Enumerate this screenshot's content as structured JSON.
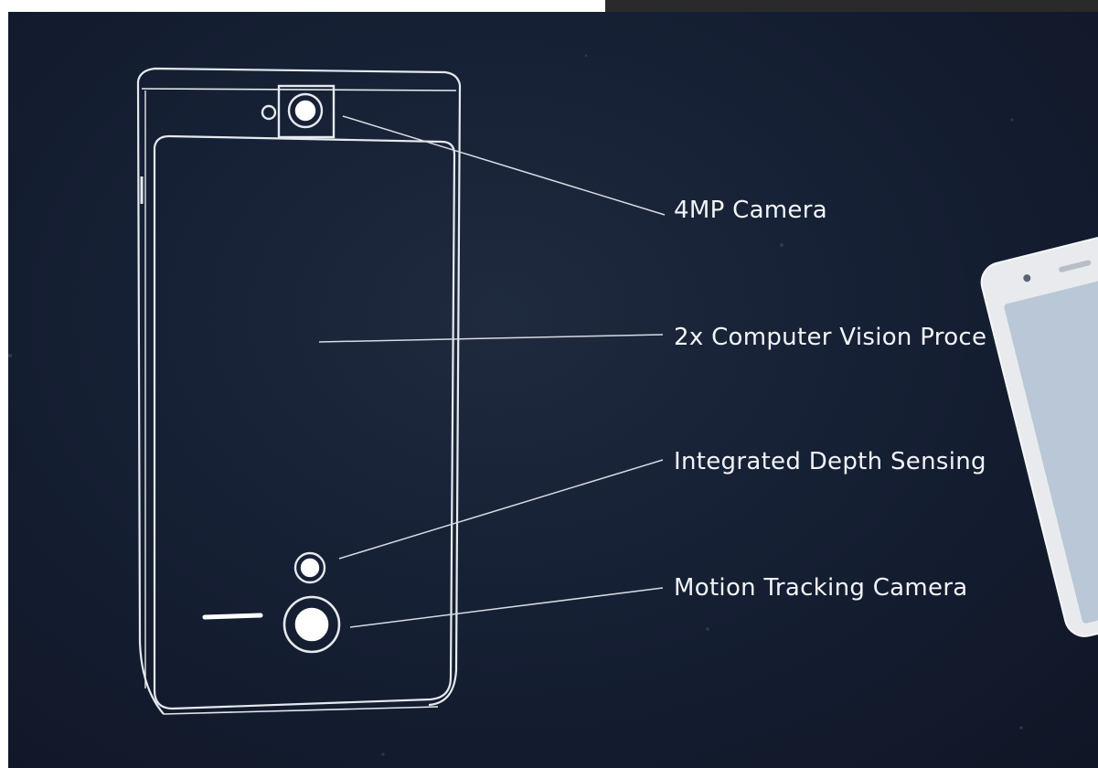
{
  "diagram": {
    "colors": {
      "background": "#162034",
      "outline": "#e6e9ef",
      "top_bar": "#2a2a2a",
      "device_body": "#e8eaee",
      "device_screen": "#b9c7d6"
    },
    "callouts": [
      {
        "id": "camera",
        "label": "4MP Camera"
      },
      {
        "id": "processors",
        "label": "2x Computer Vision Proce"
      },
      {
        "id": "depth",
        "label": "Integrated Depth Sensing"
      },
      {
        "id": "motion",
        "label": "Motion Tracking Camera"
      }
    ]
  }
}
